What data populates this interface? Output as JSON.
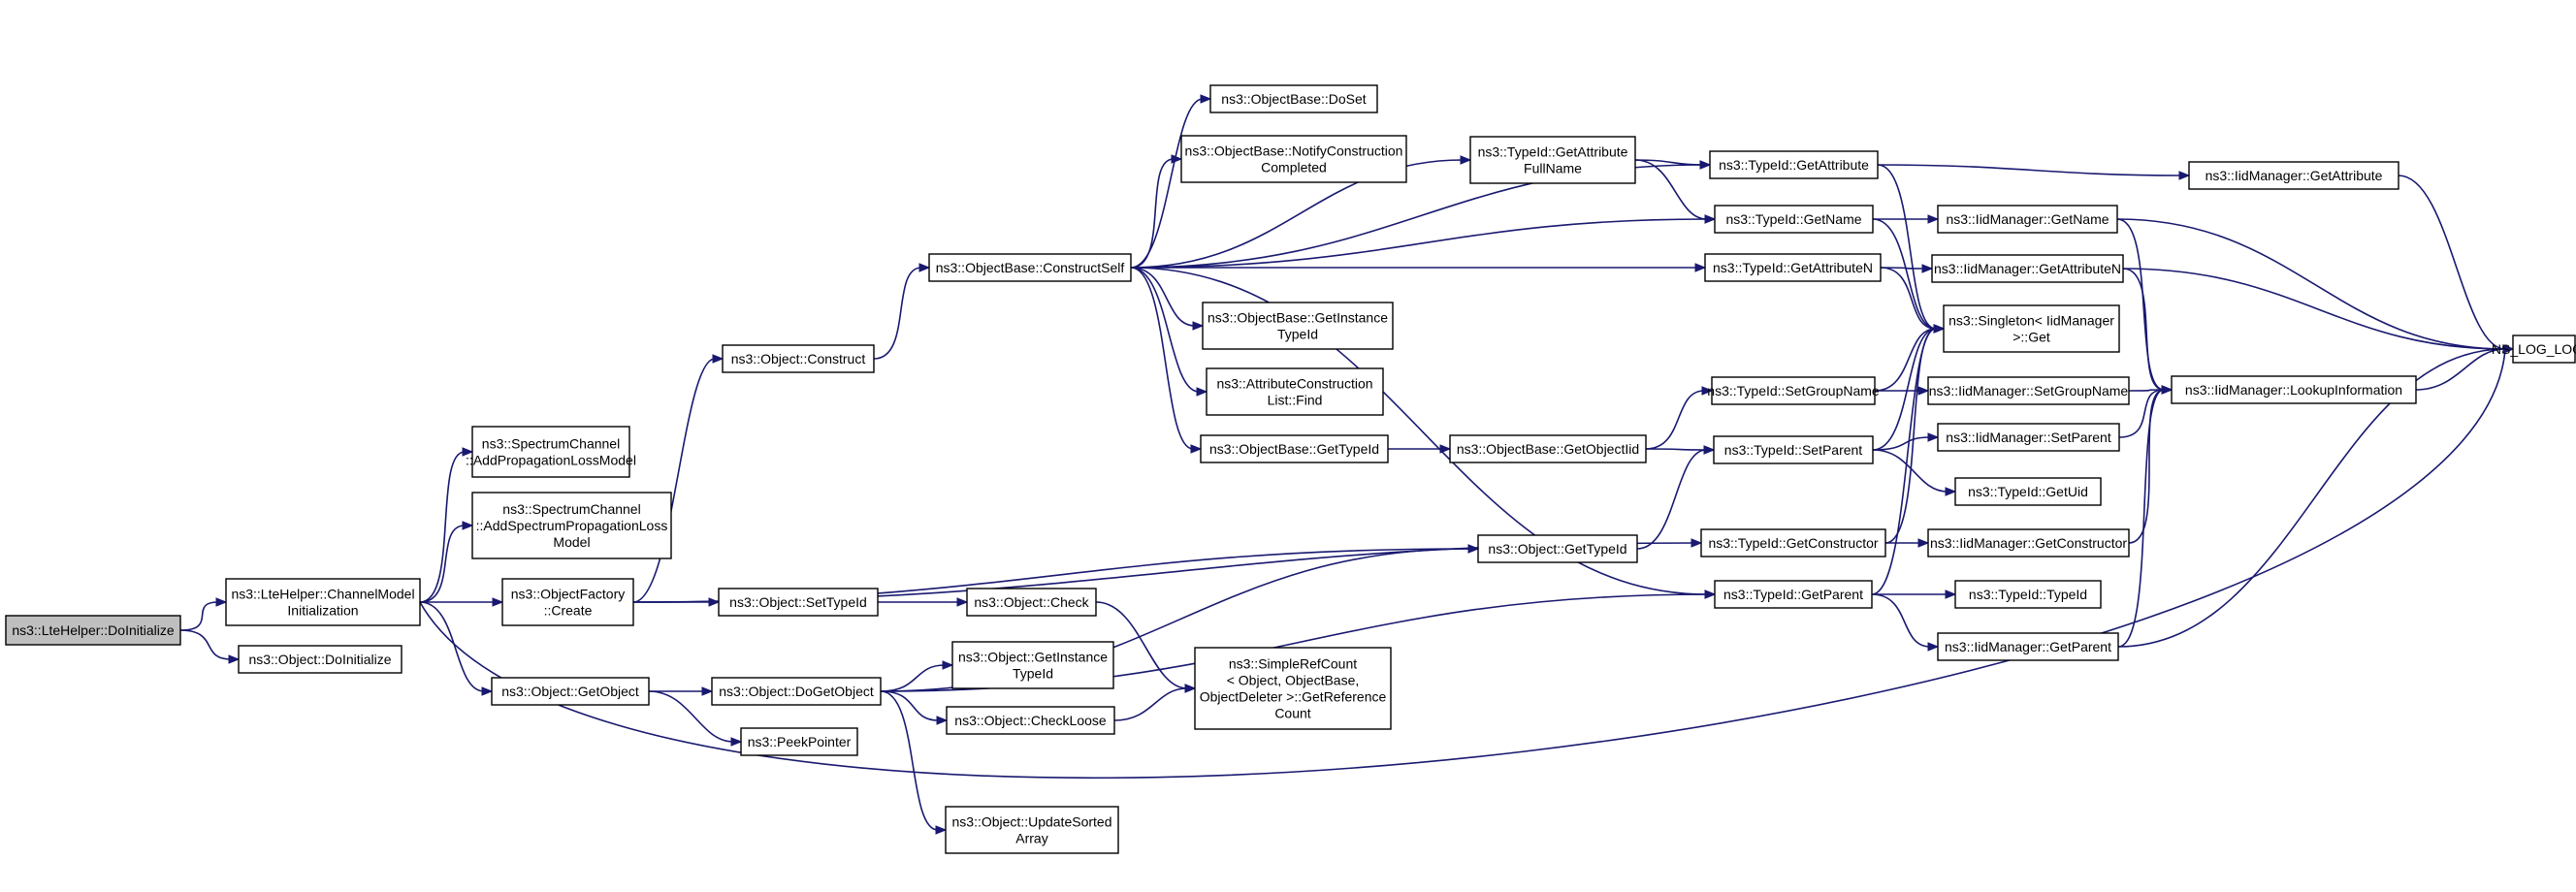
{
  "diagram": {
    "type": "call-graph",
    "nodes": [
      {
        "id": "root",
        "lines": [
          "ns3::LteHelper::DoInitialize"
        ],
        "root": true
      },
      {
        "id": "cmi",
        "lines": [
          "ns3::LteHelper::ChannelModel",
          "Initialization"
        ]
      },
      {
        "id": "objdoinit",
        "lines": [
          "ns3::Object::DoInitialize"
        ]
      },
      {
        "id": "addprop",
        "lines": [
          "ns3::SpectrumChannel",
          "::AddPropagationLossModel"
        ]
      },
      {
        "id": "addspec",
        "lines": [
          "ns3::SpectrumChannel",
          "::AddSpectrumPropagationLoss",
          "Model"
        ]
      },
      {
        "id": "factory",
        "lines": [
          "ns3::ObjectFactory",
          "::Create"
        ]
      },
      {
        "id": "getobject",
        "lines": [
          "ns3::Object::GetObject"
        ]
      },
      {
        "id": "construct",
        "lines": [
          "ns3::Object::Construct"
        ]
      },
      {
        "id": "settypeid",
        "lines": [
          "ns3::Object::SetTypeId"
        ]
      },
      {
        "id": "dogetobject",
        "lines": [
          "ns3::Object::DoGetObject"
        ]
      },
      {
        "id": "peek",
        "lines": [
          "ns3::PeekPointer"
        ]
      },
      {
        "id": "constructself",
        "lines": [
          "ns3::ObjectBase::ConstructSelf"
        ]
      },
      {
        "id": "check",
        "lines": [
          "ns3::Object::Check"
        ]
      },
      {
        "id": "getinsttid",
        "lines": [
          "ns3::Object::GetInstance",
          "TypeId"
        ]
      },
      {
        "id": "checkloose",
        "lines": [
          "ns3::Object::CheckLoose"
        ]
      },
      {
        "id": "updatesorted",
        "lines": [
          "ns3::Object::UpdateSorted",
          "Array"
        ]
      },
      {
        "id": "doset",
        "lines": [
          "ns3::ObjectBase::DoSet"
        ]
      },
      {
        "id": "notify",
        "lines": [
          "ns3::ObjectBase::NotifyConstruction",
          "Completed"
        ]
      },
      {
        "id": "obgetinst",
        "lines": [
          "ns3::ObjectBase::GetInstance",
          "TypeId"
        ]
      },
      {
        "id": "acfind",
        "lines": [
          "ns3::AttributeConstruction",
          "List::Find"
        ]
      },
      {
        "id": "obgettid",
        "lines": [
          "ns3::ObjectBase::GetTypeId"
        ]
      },
      {
        "id": "simpleref",
        "lines": [
          "ns3::SimpleRefCount",
          "< Object, ObjectBase,",
          "ObjectDeleter >::GetReference",
          "Count"
        ]
      },
      {
        "id": "objgettid",
        "lines": [
          "ns3::Object::GetTypeId"
        ]
      },
      {
        "id": "gafn",
        "lines": [
          "ns3::TypeId::GetAttribute",
          "FullName"
        ]
      },
      {
        "id": "getobjectiid",
        "lines": [
          "ns3::ObjectBase::GetObjectIid"
        ]
      },
      {
        "id": "tga",
        "lines": [
          "ns3::TypeId::GetAttribute"
        ]
      },
      {
        "id": "tgn",
        "lines": [
          "ns3::TypeId::GetName"
        ]
      },
      {
        "id": "tgan",
        "lines": [
          "ns3::TypeId::GetAttributeN"
        ]
      },
      {
        "id": "tsgn",
        "lines": [
          "ns3::TypeId::SetGroupName"
        ]
      },
      {
        "id": "tsp",
        "lines": [
          "ns3::TypeId::SetParent"
        ]
      },
      {
        "id": "tgc",
        "lines": [
          "ns3::TypeId::GetConstructor"
        ]
      },
      {
        "id": "tgp",
        "lines": [
          "ns3::TypeId::GetParent"
        ]
      },
      {
        "id": "singleton",
        "lines": [
          "ns3::Singleton< IidManager",
          ">::Get"
        ]
      },
      {
        "id": "tgu",
        "lines": [
          "ns3::TypeId::GetUid"
        ]
      },
      {
        "id": "ttid",
        "lines": [
          "ns3::TypeId::TypeId"
        ]
      },
      {
        "id": "iga",
        "lines": [
          "ns3::IidManager::GetAttribute"
        ]
      },
      {
        "id": "ign",
        "lines": [
          "ns3::IidManager::GetName"
        ]
      },
      {
        "id": "igan",
        "lines": [
          "ns3::IidManager::GetAttributeN"
        ]
      },
      {
        "id": "isgn",
        "lines": [
          "ns3::IidManager::SetGroupName"
        ]
      },
      {
        "id": "isp",
        "lines": [
          "ns3::IidManager::SetParent"
        ]
      },
      {
        "id": "igc",
        "lines": [
          "ns3::IidManager::GetConstructor"
        ]
      },
      {
        "id": "igp",
        "lines": [
          "ns3::IidManager::GetParent"
        ]
      },
      {
        "id": "ili",
        "lines": [
          "ns3::IidManager::LookupInformation"
        ]
      },
      {
        "id": "nslog",
        "lines": [
          "NS_LOG_LOGIC"
        ]
      }
    ],
    "edges": [
      [
        "root",
        "cmi"
      ],
      [
        "root",
        "objdoinit"
      ],
      [
        "cmi",
        "addprop"
      ],
      [
        "cmi",
        "addspec"
      ],
      [
        "cmi",
        "factory"
      ],
      [
        "cmi",
        "getobject"
      ],
      [
        "cmi",
        "nslog"
      ],
      [
        "factory",
        "construct"
      ],
      [
        "factory",
        "settypeid"
      ],
      [
        "factory",
        "objgettid"
      ],
      [
        "factory",
        "tgc"
      ],
      [
        "getobject",
        "dogetobject"
      ],
      [
        "getobject",
        "peek"
      ],
      [
        "construct",
        "constructself"
      ],
      [
        "settypeid",
        "check"
      ],
      [
        "dogetobject",
        "getinsttid"
      ],
      [
        "dogetobject",
        "checkloose"
      ],
      [
        "dogetobject",
        "updatesorted"
      ],
      [
        "dogetobject",
        "objgettid"
      ],
      [
        "dogetobject",
        "tgp"
      ],
      [
        "check",
        "simpleref"
      ],
      [
        "checkloose",
        "simpleref"
      ],
      [
        "constructself",
        "doset"
      ],
      [
        "constructself",
        "notify"
      ],
      [
        "constructself",
        "obgetinst"
      ],
      [
        "constructself",
        "acfind"
      ],
      [
        "constructself",
        "obgettid"
      ],
      [
        "constructself",
        "gafn"
      ],
      [
        "constructself",
        "tga"
      ],
      [
        "constructself",
        "tgn"
      ],
      [
        "constructself",
        "tgan"
      ],
      [
        "constructself",
        "tgp"
      ],
      [
        "obgettid",
        "getobjectiid"
      ],
      [
        "objgettid",
        "tsp"
      ],
      [
        "gafn",
        "tga"
      ],
      [
        "gafn",
        "tgn"
      ],
      [
        "getobjectiid",
        "tsgn"
      ],
      [
        "getobjectiid",
        "tsp"
      ],
      [
        "tga",
        "iga"
      ],
      [
        "tga",
        "singleton"
      ],
      [
        "tgn",
        "ign"
      ],
      [
        "tgn",
        "singleton"
      ],
      [
        "tgan",
        "igan"
      ],
      [
        "tgan",
        "singleton"
      ],
      [
        "tsgn",
        "isgn"
      ],
      [
        "tsgn",
        "singleton"
      ],
      [
        "tsp",
        "isp"
      ],
      [
        "tsp",
        "tgu"
      ],
      [
        "tsp",
        "singleton"
      ],
      [
        "tgc",
        "igc"
      ],
      [
        "tgc",
        "singleton"
      ],
      [
        "tgp",
        "ttid"
      ],
      [
        "tgp",
        "igp"
      ],
      [
        "tgp",
        "singleton"
      ],
      [
        "iga",
        "nslog"
      ],
      [
        "ign",
        "nslog"
      ],
      [
        "ign",
        "ili"
      ],
      [
        "igan",
        "nslog"
      ],
      [
        "igan",
        "ili"
      ],
      [
        "isgn",
        "ili"
      ],
      [
        "isp",
        "ili"
      ],
      [
        "igc",
        "ili"
      ],
      [
        "igp",
        "ili"
      ],
      [
        "igp",
        "nslog"
      ],
      [
        "ili",
        "nslog"
      ]
    ]
  }
}
